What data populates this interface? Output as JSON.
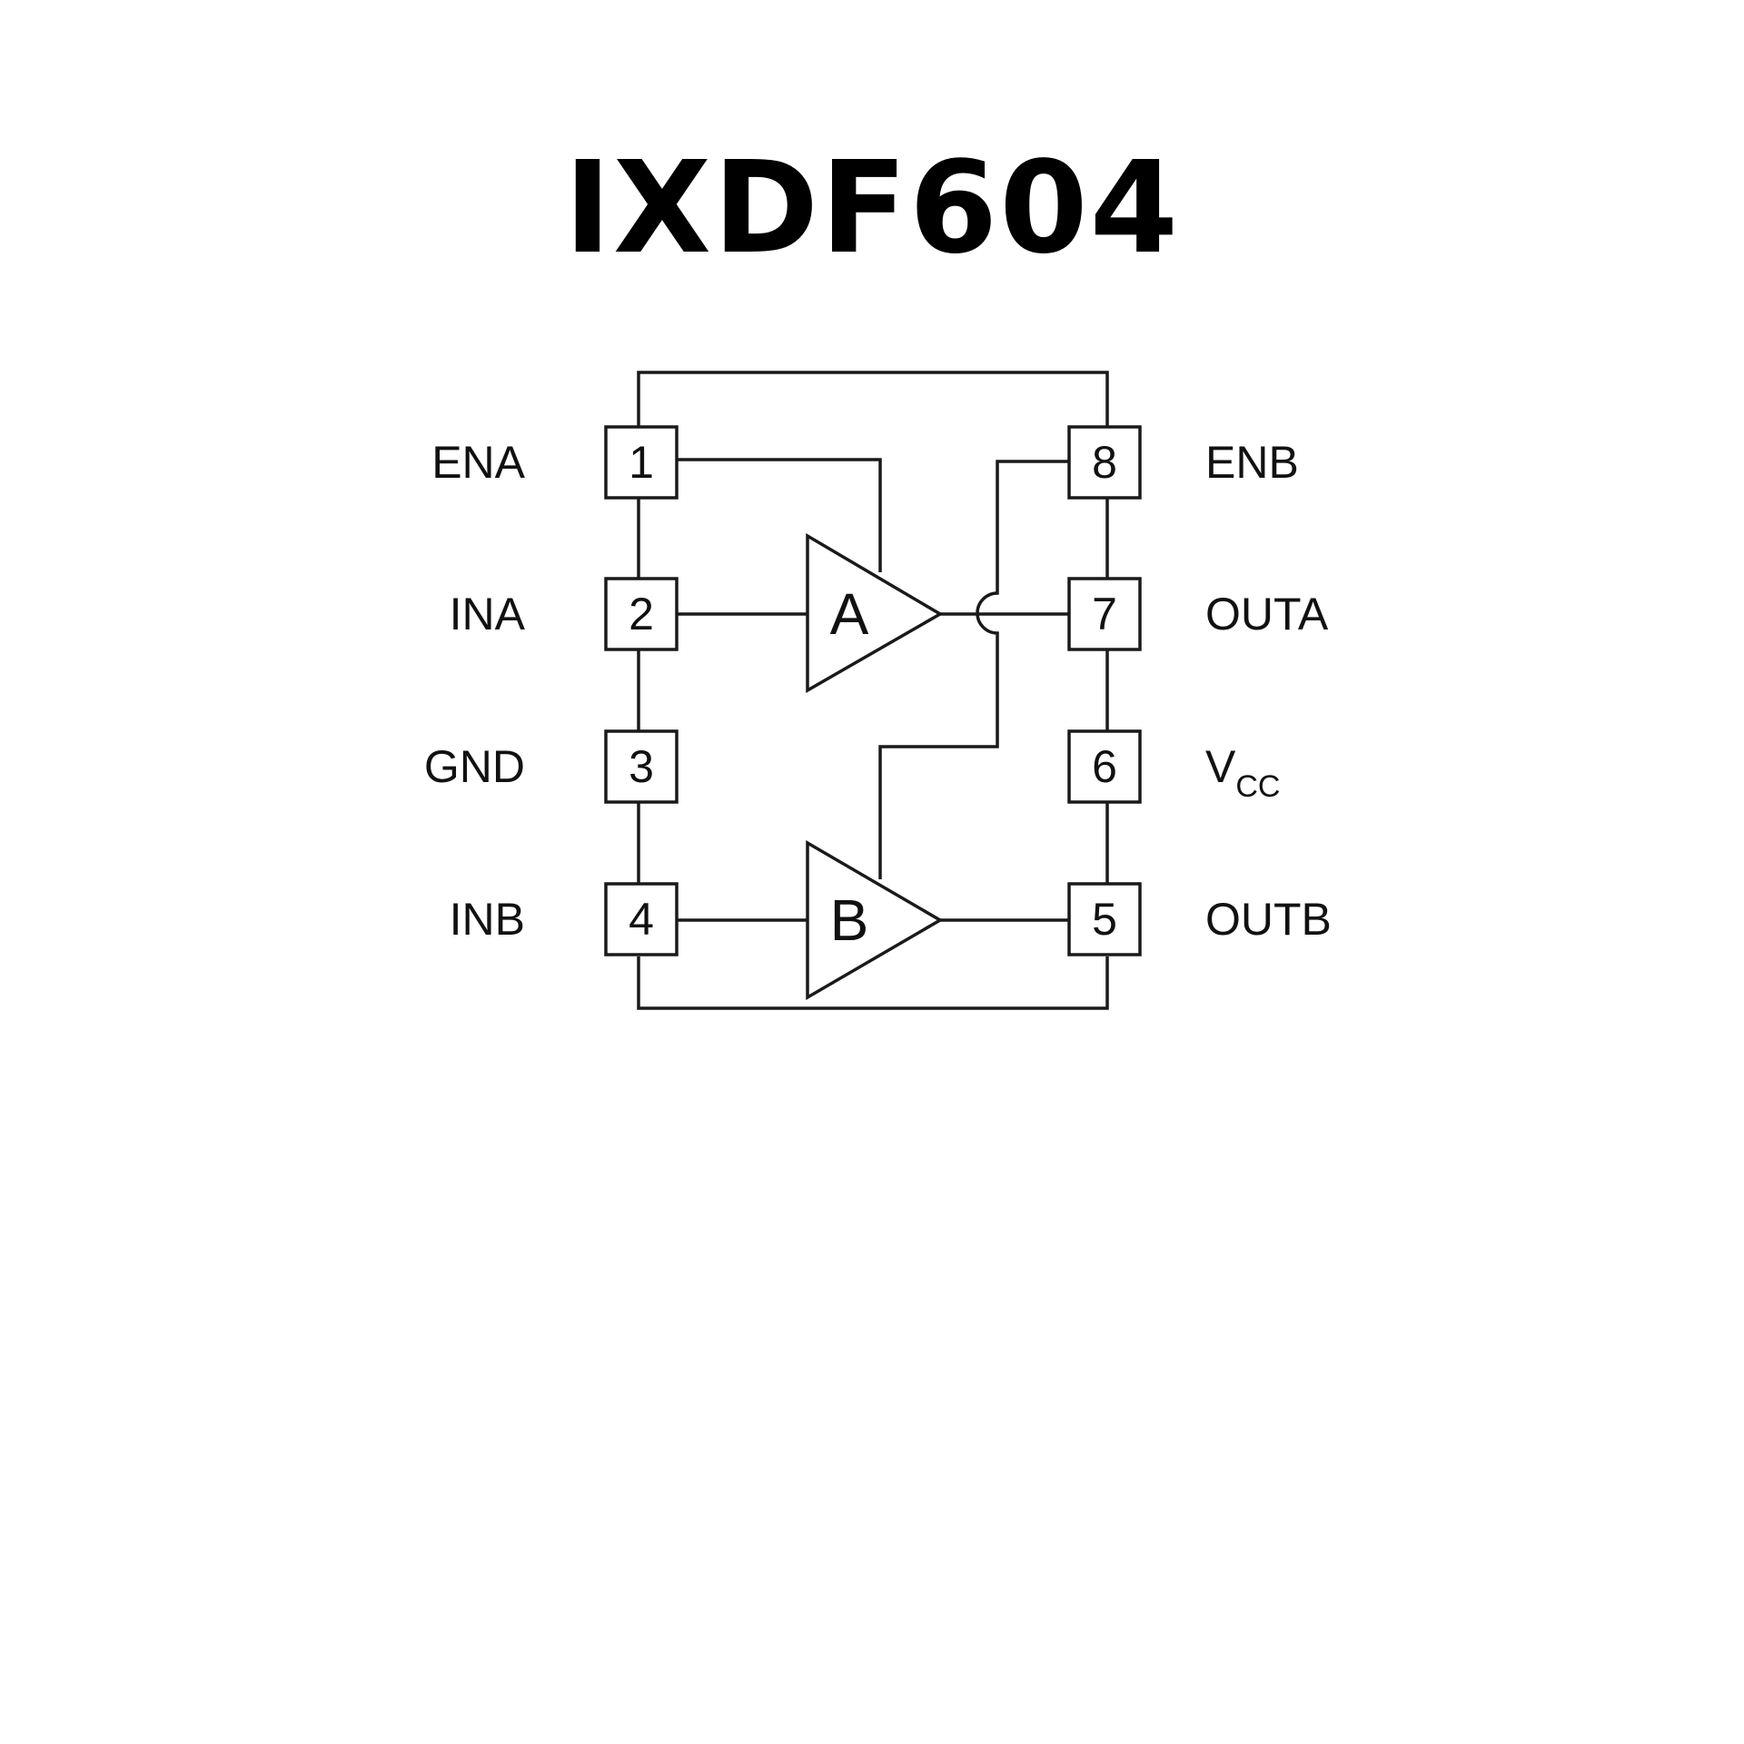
{
  "title": "IXDF604",
  "pins": {
    "p1": {
      "number": "1",
      "name": "ENA"
    },
    "p2": {
      "number": "2",
      "name": "INA"
    },
    "p3": {
      "number": "3",
      "name": "GND"
    },
    "p4": {
      "number": "4",
      "name": "INB"
    },
    "p5": {
      "number": "5",
      "name": "OUTB"
    },
    "p6": {
      "number": "6",
      "name": "V",
      "subscript": "CC"
    },
    "p7": {
      "number": "7",
      "name": "OUTA"
    },
    "p8": {
      "number": "8",
      "name": "ENB"
    }
  },
  "drivers": {
    "a": {
      "label": "A"
    },
    "b": {
      "label": "B"
    }
  },
  "colors": {
    "line": "#1a1a1a",
    "background": "#ffffff"
  }
}
